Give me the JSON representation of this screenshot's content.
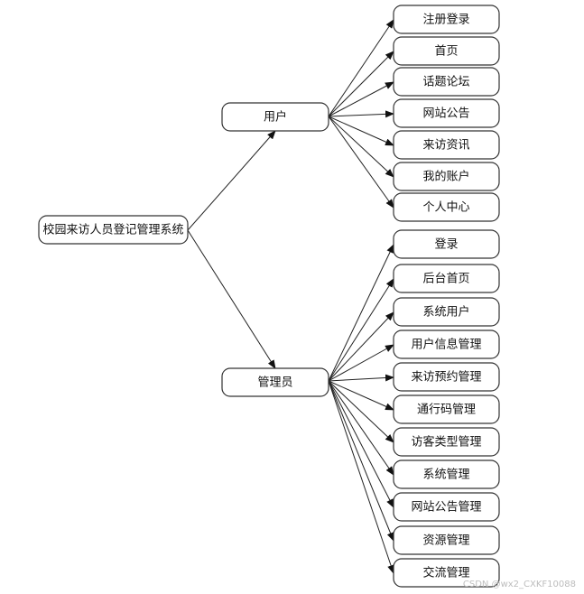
{
  "diagram": {
    "root": "校园来访人员登记管理系统",
    "branches": [
      {
        "label": "用户",
        "children": [
          "注册登录",
          "首页",
          "话题论坛",
          "网站公告",
          "来访资讯",
          "我的账户",
          "个人中心"
        ]
      },
      {
        "label": "管理员",
        "children": [
          "登录",
          "后台首页",
          "系统用户",
          "用户信息管理",
          "来访预约管理",
          "通行码管理",
          "访客类型管理",
          "系统管理",
          "网站公告管理",
          "资源管理",
          "交流管理"
        ]
      }
    ]
  },
  "watermark": "CSDN @wx2_CXKF10088"
}
